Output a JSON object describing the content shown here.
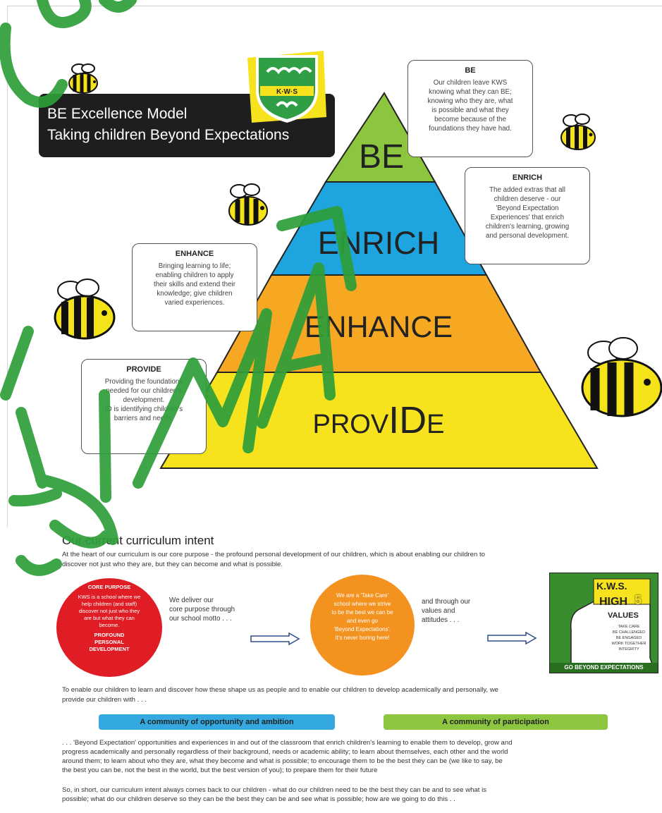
{
  "header": {
    "title_line1": "BE Excellence Model",
    "title_line2": "Taking children Beyond Expectations",
    "logo_text": "K·W·S"
  },
  "pyramid": {
    "levels": [
      {
        "label": "BE",
        "color": "#8cc63f"
      },
      {
        "label": "ENRICH",
        "color": "#1ea4de"
      },
      {
        "label": "ENHANCE",
        "color": "#f7a823"
      },
      {
        "label": "PROVIDE",
        "color": "#f6e31e"
      }
    ],
    "provide_parts": [
      "PROV",
      "ID",
      "E"
    ]
  },
  "callouts": {
    "be": {
      "heading": "BE",
      "lines": [
        "Our children leave KWS",
        "knowing what they can BE;",
        "knowing who they are, what",
        "is possible and what they",
        "become because of the",
        "foundations they have had."
      ]
    },
    "enrich": {
      "heading": "ENRICH",
      "lines": [
        "The added extras that all",
        "children deserve - our",
        "'Beyond Expectation",
        "Experiences' that enrich",
        "children's learning, growing",
        "and personal development."
      ]
    },
    "enhance": {
      "heading": "ENHANCE",
      "lines": [
        "Bringing learning to life;",
        "enabling children to apply",
        "their skills and extend their",
        "knowledge; give children",
        "varied experiences."
      ]
    },
    "provide": {
      "heading": "PROVIDE",
      "lines": [
        "Providing the foundations",
        "needed for our children's",
        "development.",
        "ID is identifying children's",
        "barriers and needs."
      ]
    }
  },
  "intent": {
    "title": "Our current curriculum intent",
    "intro_line1": "At the heart of our curriculum is our core purpose - the profound personal development of our children, which is about enabling our children to",
    "intro_line2": "discover not just who they are, but they can become and what is possible.",
    "core": {
      "heading": "CORE PURPOSE",
      "lines": [
        "KWS is a school where we",
        "help children (and staff)",
        "discover not just who they",
        "are but what they can",
        "become."
      ],
      "footer": [
        "PROFOUND",
        "PERSONAL",
        "DEVELOPMENT"
      ]
    },
    "deliver_lines": [
      "We deliver our",
      "core purpose through",
      "our school motto . . ."
    ],
    "motto_lines": [
      "We are a 'Take Care'",
      "school where we strive",
      "to be the best we can be",
      "and even go",
      "'Beyond Expectations'.",
      "It's never boring here!"
    ],
    "values_lines": [
      "and through our",
      "values and",
      "attitudes . . ."
    ],
    "values_img": {
      "brand": "K.W.S.",
      "high": "HIGH",
      "five": "5",
      "values": "VALUES",
      "list": [
        "TAKE CARE",
        "BE CHALLENGED",
        "BE ENGAGED",
        "WORK TOGETHER",
        "INTEGRITY"
      ],
      "footer": "GO BEYOND EXPECTATIONS"
    },
    "enable_line1": "To enable our children to learn and discover how these shape us as people and to enable our children to develop academically and personally, we",
    "enable_line2": "provide our children with . . .",
    "pill_blue": "A community of opportunity and ambition",
    "pill_green": "A community of participation",
    "beyond_lines": [
      ". . . 'Beyond Expectation' opportunities and experiences in and out of the classroom that enrich children's learning to enable them to develop, grow and",
      "progress academically and personally regardless of their background, needs or academic ability; to learn about themselves, each other and the world",
      "around them; to learn about who they are, what they become and what is possible; to encourage them to be the best they can be (we like to say, be",
      "the best you can be, not the best in the world, but the best version of you); to prepare them for their future"
    ],
    "short_lines": [
      "So, in short, our curriculum intent always comes back to our children - what do our children need to be the best they can be and to see what is",
      "possible; what do our children deserve so they can be the best they can be and see what is possible; how are we going to do this . ."
    ]
  },
  "colors": {
    "watermark": "#2e9e3a",
    "core_red": "#e01c24",
    "motto_orange": "#f4921f",
    "pill_blue": "#33a9e0",
    "pill_green": "#8cc63f",
    "bee_yellow": "#f5e31a"
  }
}
